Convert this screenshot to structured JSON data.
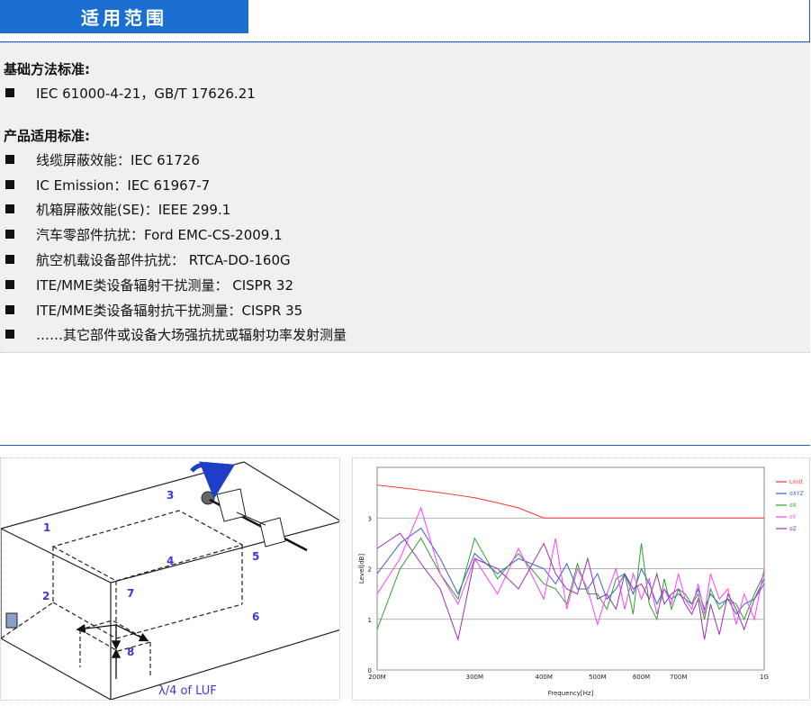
{
  "section_title": "适用范围",
  "groups": [
    {
      "title": "基础方法标准:",
      "items": [
        "IEC 61000-4-21，GB/T 17626.21"
      ]
    },
    {
      "title": "产品适用标准:",
      "items": [
        "线缆屏蔽效能：IEC 61726",
        "IC Emission：IEC 61967-7",
        "机箱屏蔽效能(SE)：IEEE 299.1",
        "汽车零部件抗扰：Ford EMC-CS-2009.1",
        "航空机载设备部件抗扰： RTCA-DO-160G",
        "ITE/MME类设备辐射干扰测量： CISPR 32",
        "ITE/MME类设备辐射抗干扰测量：CISPR 35",
        "……其它部件或设备大场强抗扰或辐射功率发射测量"
      ]
    }
  ],
  "diagram": {
    "labels": [
      "1",
      "2",
      "3",
      "4",
      "5",
      "6",
      "7",
      "8"
    ],
    "caption": "λ/4 of LUF",
    "colors": {
      "label": "#3a3adc",
      "arrow": "#1e3ec8",
      "line": "#222222"
    }
  },
  "chart_data": {
    "type": "line",
    "xlabel": "Frequency[Hz]",
    "ylabel": "Level[dB]",
    "x_ticks": [
      "200M",
      "300M",
      "400M",
      "500M",
      "600M",
      "700M",
      "1G"
    ],
    "x_tick_values": [
      200,
      300,
      400,
      500,
      600,
      700,
      1000
    ],
    "x_scale": "log",
    "xlim": [
      200,
      1000
    ],
    "ylim": [
      0,
      4
    ],
    "y_ticks": [
      0,
      1,
      2,
      3
    ],
    "grid": true,
    "legend_position": "right",
    "x": [
      200,
      220,
      240,
      260,
      280,
      300,
      330,
      360,
      400,
      420,
      440,
      460,
      480,
      500,
      520,
      540,
      560,
      580,
      600,
      620,
      640,
      660,
      680,
      700,
      720,
      740,
      760,
      780,
      800,
      830,
      860,
      890,
      920,
      960,
      1000
    ],
    "series": [
      {
        "name": "Limit",
        "color": "#ff3030",
        "values": [
          3.65,
          3.6,
          3.55,
          3.5,
          3.45,
          3.4,
          3.3,
          3.2,
          3.0,
          3.0,
          3.0,
          3.0,
          3.0,
          3.0,
          3.0,
          3.0,
          3.0,
          3.0,
          3.0,
          3.0,
          3.0,
          3.0,
          3.0,
          3.0,
          3.0,
          3.0,
          3.0,
          3.0,
          3.0,
          3.0,
          3.0,
          3.0,
          3.0,
          3.0,
          3.0
        ]
      },
      {
        "name": "σXYZ",
        "color": "#3a5fdc",
        "values": [
          1.9,
          2.5,
          2.8,
          2.2,
          1.5,
          2.3,
          1.9,
          2.2,
          2.0,
          1.7,
          2.1,
          1.6,
          1.6,
          1.9,
          1.4,
          1.6,
          1.9,
          1.5,
          2.0,
          1.7,
          1.3,
          1.6,
          1.4,
          1.5,
          1.4,
          1.3,
          1.6,
          1.2,
          1.5,
          1.3,
          1.4,
          1.1,
          1.3,
          1.4,
          1.8
        ]
      },
      {
        "name": "σX",
        "color": "#2ea02e",
        "values": [
          0.8,
          2.0,
          2.6,
          1.9,
          1.4,
          2.6,
          1.8,
          2.3,
          1.7,
          1.6,
          1.3,
          2.1,
          1.5,
          1.5,
          1.2,
          1.8,
          1.9,
          1.1,
          2.5,
          1.3,
          1.0,
          1.8,
          1.2,
          1.6,
          1.5,
          1.3,
          1.5,
          1.0,
          1.6,
          1.2,
          1.4,
          1.3,
          1.0,
          1.5,
          1.9
        ]
      },
      {
        "name": "σY",
        "color": "#ff40ff",
        "values": [
          1.5,
          2.2,
          3.2,
          1.9,
          1.3,
          2.2,
          1.5,
          2.4,
          1.4,
          2.6,
          1.2,
          2.0,
          1.6,
          0.9,
          1.5,
          2.0,
          1.2,
          1.9,
          1.4,
          1.8,
          1.1,
          1.6,
          1.3,
          1.9,
          1.4,
          1.2,
          1.7,
          1.1,
          1.9,
          1.4,
          1.6,
          0.9,
          1.5,
          1.0,
          2.0
        ]
      },
      {
        "name": "σZ",
        "color": "#9a30b0",
        "values": [
          2.4,
          2.7,
          2.1,
          1.6,
          0.6,
          2.2,
          2.0,
          1.6,
          2.5,
          1.9,
          1.6,
          1.5,
          2.2,
          1.4,
          1.5,
          1.2,
          1.9,
          1.6,
          1.7,
          1.4,
          1.9,
          1.3,
          1.5,
          1.6,
          1.3,
          1.1,
          1.4,
          0.6,
          1.3,
          0.7,
          1.5,
          1.2,
          0.8,
          1.4,
          1.7
        ]
      }
    ]
  }
}
